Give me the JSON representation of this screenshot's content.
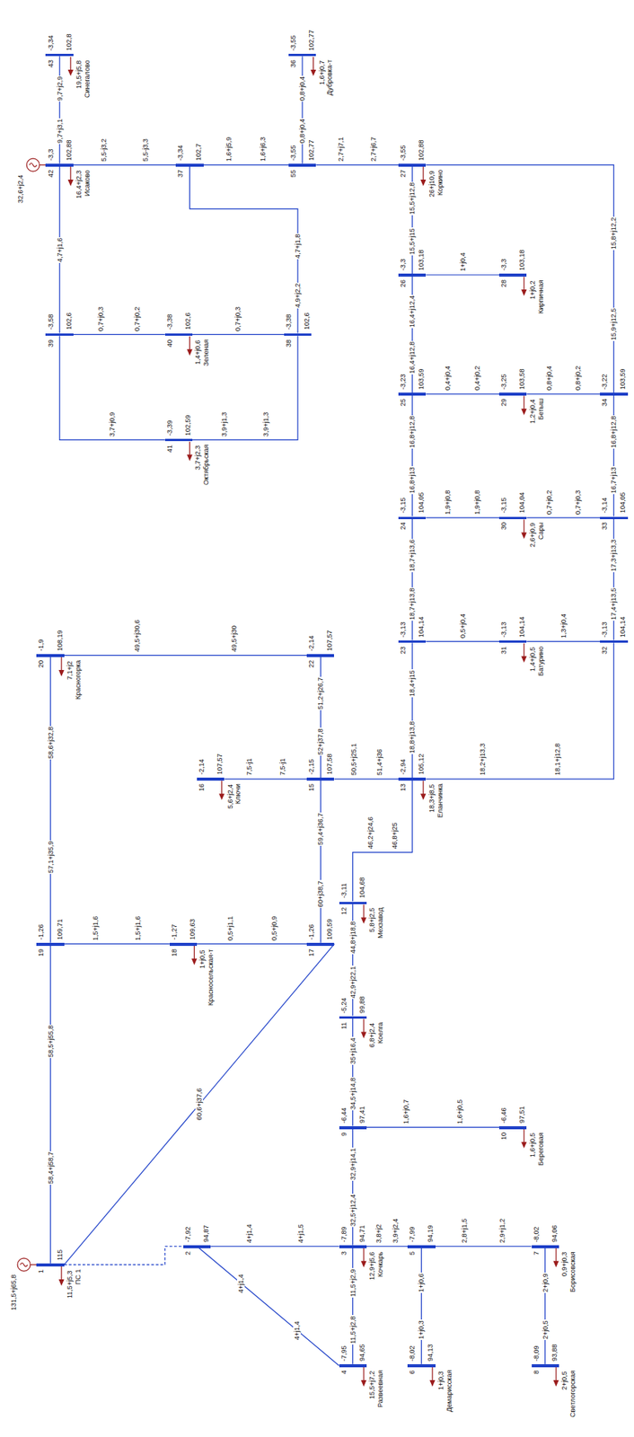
{
  "diagram": {
    "nodes": [
      {
        "text": [
          "43",
          "102,8",
          "-3,34",
          "Синегалово"
        ]
      },
      {
        "text": [
          "36",
          "102,77",
          "-3,55",
          "Дубровка-т"
        ]
      },
      {
        "text": [
          "42",
          "102,88",
          "-3,3",
          "Исаково"
        ]
      },
      {
        "text": [
          "37",
          "102,7",
          "-3,34"
        ]
      },
      {
        "text": [
          "55",
          "102,77",
          "-3,55"
        ]
      },
      {
        "text": [
          "27",
          "102,88",
          "-3,55",
          "Коркино"
        ]
      },
      {
        "text": [
          "39",
          "102,6",
          "-3,58"
        ]
      },
      {
        "text": [
          "40",
          "102,6",
          "-3,38",
          "Зеленая"
        ]
      },
      {
        "text": [
          "38",
          "102,6",
          "-3,38"
        ]
      },
      {
        "text": [
          "41",
          "102,59",
          "-3,39",
          "Октябрьская"
        ]
      },
      {
        "text": [
          "26",
          "103,18",
          "-3,3"
        ]
      },
      {
        "text": [
          "28",
          "103,18",
          "-3,3",
          "Кирпичная"
        ]
      },
      {
        "text": [
          "25",
          "103,59",
          "-3,23"
        ]
      },
      {
        "text": [
          "29",
          "103,58",
          "-3,25",
          "Бетыш"
        ]
      },
      {
        "text": [
          "34",
          "103,59",
          "-3,22"
        ]
      },
      {
        "text": [
          "24",
          "104,05",
          "-3,15"
        ]
      },
      {
        "text": [
          "30",
          "104,04",
          "-3,15",
          "Сары"
        ]
      },
      {
        "text": [
          "33",
          "104,05",
          "-3,14"
        ]
      },
      {
        "text": [
          "23",
          "104,14",
          "-3,13"
        ]
      },
      {
        "text": [
          "31",
          "104,14",
          "-3,13",
          "Батурино"
        ]
      },
      {
        "text": [
          "32",
          "104,14",
          "-3,13"
        ]
      },
      {
        "text": [
          "13",
          "105,12",
          "-2,94",
          "Еланчинка"
        ]
      },
      {
        "text": [
          "22",
          "107,57",
          "-2,14"
        ]
      },
      {
        "text": [
          "15",
          "107,58",
          "-2,15"
        ]
      },
      {
        "text": [
          "16",
          "107,57",
          "-2,14",
          "Ключи"
        ]
      },
      {
        "text": [
          "17",
          "109,59",
          "-1,26"
        ]
      },
      {
        "text": [
          "18",
          "109,63",
          "-1,27",
          "Красносельская-т"
        ]
      },
      {
        "text": [
          "19",
          "109,71",
          "-1,26"
        ]
      },
      {
        "text": [
          "20",
          "108,19",
          "-1,9",
          "Красногорка"
        ]
      },
      {
        "text": [
          "12",
          "104,68",
          "-3,11",
          "Мехзавод"
        ]
      },
      {
        "text": [
          "11",
          "99,88",
          "-5,24",
          "Коелга"
        ]
      },
      {
        "text": [
          "9",
          "97,41",
          "-6,44"
        ]
      },
      {
        "text": [
          "10",
          "97,51",
          "-6,46",
          "Береговая"
        ]
      },
      {
        "text": [
          "3",
          "94,71",
          "-7,89",
          "Кочкарь"
        ]
      },
      {
        "text": [
          "2",
          "94,87",
          "-7,92"
        ]
      },
      {
        "text": [
          "4",
          "94,65",
          "-7,95",
          "Развеевная"
        ]
      },
      {
        "text": [
          "5",
          "94,19",
          "-7,99"
        ]
      },
      {
        "text": [
          "6",
          "94,13",
          "-8,02",
          "Демарисская"
        ]
      },
      {
        "text": [
          "7",
          "94,06",
          "-8,02",
          "Борисовская"
        ]
      },
      {
        "text": [
          "8",
          "93,88",
          "-8,09",
          "Светлогорская"
        ]
      },
      {
        "text": [
          "1",
          "115",
          "ПС 1"
        ]
      }
    ],
    "edges": [
      {
        "from": 0,
        "to": 2,
        "label": "9,7+j2,9",
        "arrow": "none"
      },
      {
        "from": 2,
        "to": 3,
        "label": "5,5-j3,2",
        "arrow": "none"
      },
      {
        "from": 3,
        "to": 4,
        "label": "1,6+j5,9",
        "arrow": "none"
      },
      {
        "from": 4,
        "to": 1,
        "label": "0,8+j0,4",
        "arrow": "none"
      },
      {
        "from": 4,
        "to": 5,
        "label": "2,7+j7,1",
        "arrow": "none"
      },
      {
        "from": 3,
        "to": 8,
        "label": "4,7+j1,8",
        "arrow": "none"
      },
      {
        "from": 2,
        "to": 6,
        "label": "4,7+j1,6",
        "arrow": "none"
      },
      {
        "from": 6,
        "to": 7,
        "label": "0,7+j0,3",
        "arrow": "none"
      },
      {
        "from": 7,
        "to": 8,
        "label": "0,7+j0,3",
        "arrow": "none"
      },
      {
        "from": 6,
        "to": 9,
        "label": "3,7+j0,9",
        "arrow": "none"
      },
      {
        "from": 9,
        "to": 8,
        "label": "3,9+j1,3",
        "arrow": "none"
      },
      {
        "from": 5,
        "to": 10,
        "label": "15,5+j12,8",
        "arrow": "none"
      },
      {
        "from": 10,
        "to": 11,
        "label": "1+j0,4",
        "arrow": "none"
      },
      {
        "from": 10,
        "to": 12,
        "label": "16,4+j12,4",
        "arrow": "none"
      },
      {
        "from": 12,
        "to": 13,
        "label": "0,4+j0,4",
        "arrow": "none"
      },
      {
        "from": 5,
        "to": 14,
        "label": "15,8+j12,2",
        "arrow": "none"
      },
      {
        "from": 13,
        "to": 14,
        "label": "0,8+j0,4",
        "arrow": "none"
      },
      {
        "from": 12,
        "to": 15,
        "label": "16,8+j12,8",
        "arrow": "none"
      },
      {
        "from": 15,
        "to": 16,
        "label": "1,9+j0,8",
        "arrow": "none"
      },
      {
        "from": 14,
        "to": 17,
        "label": "16,8+j12,8",
        "arrow": "none"
      },
      {
        "from": 16,
        "to": 17,
        "label": "0,7+j0,2",
        "arrow": "none"
      },
      {
        "from": 15,
        "to": 18,
        "label": "18,7+j13,6",
        "arrow": "none"
      },
      {
        "from": 18,
        "to": 19,
        "label": "0,5+j0,4",
        "arrow": "none"
      },
      {
        "from": 17,
        "to": 20,
        "label": "17,3+j13,3",
        "arrow": "none"
      },
      {
        "from": 19,
        "to": 20,
        "label": "1,3+j0,4",
        "arrow": "none"
      },
      {
        "from": 18,
        "to": 21,
        "label": "18,4+j15",
        "arrow": "none"
      },
      {
        "from": 20,
        "to": 21,
        "label": "18,1+j12,8",
        "arrow": "none"
      },
      {
        "from": 23,
        "to": 21,
        "label": "50,5+j25,1",
        "arrow": "none"
      },
      {
        "from": 21,
        "to": 29,
        "label": "46,8+j25",
        "arrow": "none"
      },
      {
        "from": 29,
        "to": 30,
        "label": "44,8+j18,8",
        "arrow": "none"
      },
      {
        "from": 30,
        "to": 31,
        "label": "35+j16,4",
        "arrow": "none"
      },
      {
        "from": 31,
        "to": 32,
        "label": "1,6+j0,7",
        "arrow": "none"
      },
      {
        "from": 31,
        "to": 33,
        "label": "32,9+j14,1",
        "arrow": "none"
      },
      {
        "from": 34,
        "to": 33,
        "label": "4+j1,4",
        "arrow": "none"
      },
      {
        "from": 33,
        "to": 35,
        "label": "11,5+j2,9",
        "arrow": "none"
      },
      {
        "from": 34,
        "to": 35,
        "label": "4+j1,4",
        "arrow": "none"
      },
      {
        "from": 33,
        "to": 36,
        "label": "3,8+j2",
        "arrow": "none"
      },
      {
        "from": 36,
        "to": 37,
        "label": "1+j0,6",
        "arrow": "none"
      },
      {
        "from": 36,
        "to": 38,
        "label": "2,8+j1,5",
        "arrow": "none"
      },
      {
        "from": 38,
        "to": 39,
        "label": "2+j0,9",
        "arrow": "none"
      },
      {
        "from": 40,
        "to": 34,
        "arrow": "none"
      },
      {
        "from": 40,
        "to": 27,
        "label": "58,4+j58,7",
        "arrow": "none"
      },
      {
        "from": 40,
        "to": 25,
        "label": "60,6+j37,6",
        "arrow": "none"
      },
      {
        "from": 27,
        "to": 28,
        "label": "57,1+j35,9",
        "arrow": "none"
      },
      {
        "from": 27,
        "to": 26,
        "label": "1,5+j1,6",
        "arrow": "none"
      },
      {
        "from": 26,
        "to": 25,
        "label": "0,5+j1,1",
        "arrow": "none"
      },
      {
        "from": 25,
        "to": 23,
        "label": "60+j38,7",
        "arrow": "none"
      },
      {
        "from": 23,
        "to": 24,
        "label": "7,5-j1",
        "arrow": "none"
      },
      {
        "from": 22,
        "to": 23,
        "label": "51,2+j26,7",
        "arrow": "none"
      },
      {
        "from": 28,
        "to": 22,
        "label": "49,5+j30,6",
        "arrow": "none"
      }
    ],
    "labels": [
      "9,7+j3,1",
      "5,5-j3,3",
      "1,6+j6,3",
      "0,8+j0,4",
      "2,7+j6,7",
      "4,9+j2,2",
      "0,7+j0,2",
      "3,9+j1,3",
      "15,5+j15",
      "16,4+j12,8",
      "0,4+j0,2",
      "15,9+j12,5",
      "0,8+j0,2",
      "16,8+j13",
      "1,9+j0,8",
      "16,7+j13",
      "0,7+j0,3",
      "18,7+j13,8",
      "17,4+j13,5",
      "18,8+j13,8",
      "18,2+j13,3",
      "51,4+j36",
      "46,2+j24,6",
      "42,9+j22,1",
      "34,5+j14,8",
      "1,6+j0,5",
      "32,5+j12,4",
      "4+j1,5",
      "11,5+j2,8",
      "4+j1,4",
      "3,9+j2,4",
      "1+j0,3",
      "2,9+j1,2",
      "2+j0,5",
      "58,5+j55,8",
      "58,6+j32,8",
      "1,5+j1,6",
      "0,5+j0,9",
      "59,4+j36,7",
      "7,5-j1",
      "52+j37,8",
      "49,5+j30",
      "19,5+j5,8",
      "1,6+j0,7",
      "16,4+j2,3",
      "26+j10,9",
      "1,4+j0,6",
      "3,7+j2,3",
      "1+j0,2",
      "1,2+j0,4",
      "2,6+j0,9",
      "1,4+j0,5",
      "18,3+j8,5",
      "5,8+j2,5",
      "6,8+j2,4",
      "1,6+j0,5",
      "12,9+j5,6",
      "15,5+j7,2",
      "1+j0,3",
      "0,9+j0,3",
      "2+j0,5",
      "5,6+j2,4",
      "1+j0,5",
      "7,1+j2",
      "11,5+j5,3",
      "32,6+j2,4",
      "131,5+j65,8"
    ]
  }
}
